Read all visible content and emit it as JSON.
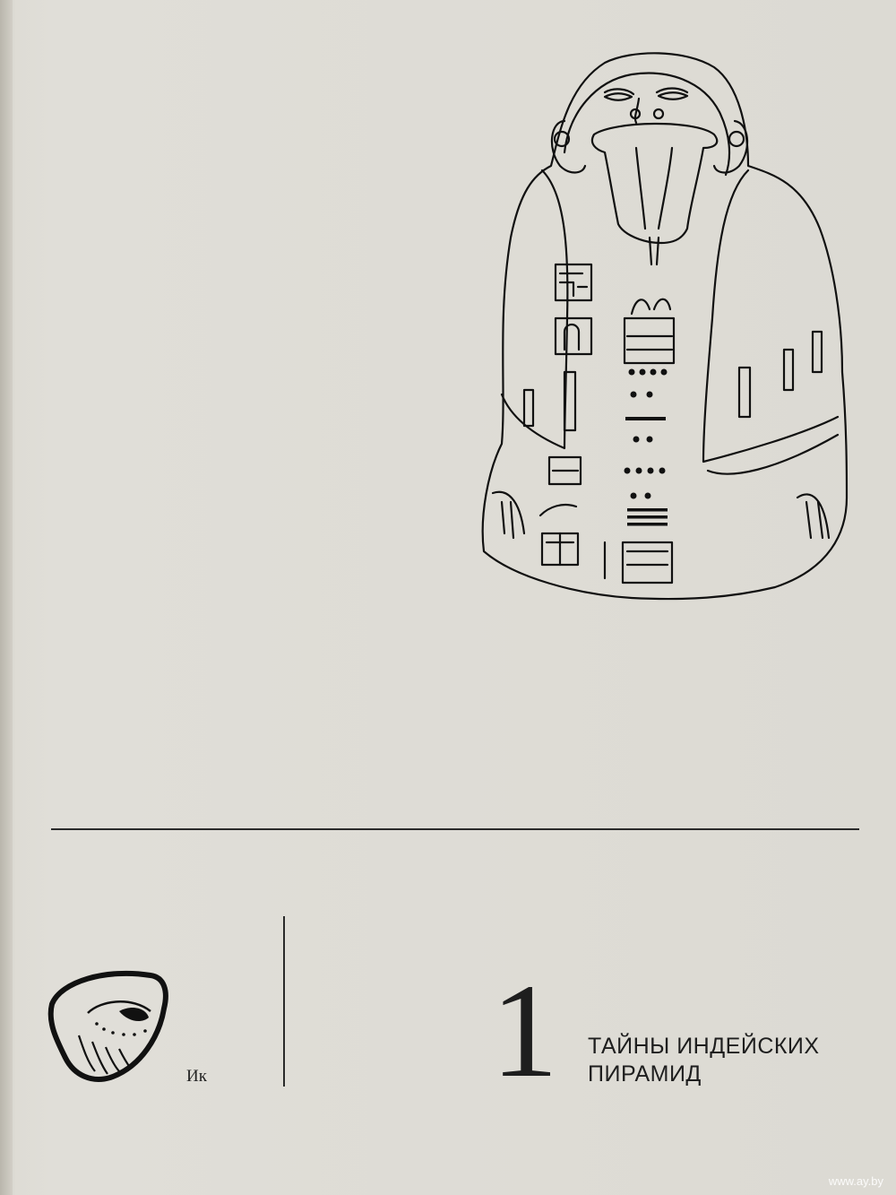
{
  "figure": {
    "icon": "mayan-statue-drawing"
  },
  "day_sign": {
    "icon": "ik-glyph",
    "name": "Ик"
  },
  "chapter": {
    "number": "1",
    "title_line1": "ТАЙНЫ ИНДЕЙСКИХ",
    "title_line2": "ПИРАМИД"
  },
  "watermark": {
    "text": "www.ay.by"
  }
}
